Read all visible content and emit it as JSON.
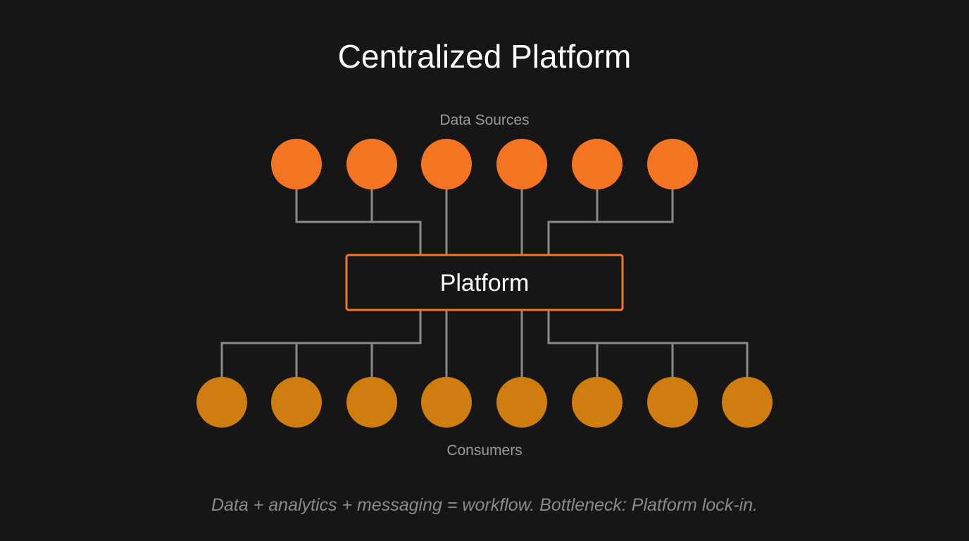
{
  "title": "Centralized Platform",
  "sources": {
    "label": "Data Sources",
    "count": 6,
    "color": "#f47421"
  },
  "platform": {
    "label": "Platform",
    "border_color": "#f47421",
    "fill_color": "#161616"
  },
  "consumers": {
    "label": "Consumers",
    "count": 8,
    "color": "#d07d10"
  },
  "connector_color": "#8a8a8a",
  "footer": "Data + analytics + messaging = workflow. Bottleneck: Platform lock-in."
}
